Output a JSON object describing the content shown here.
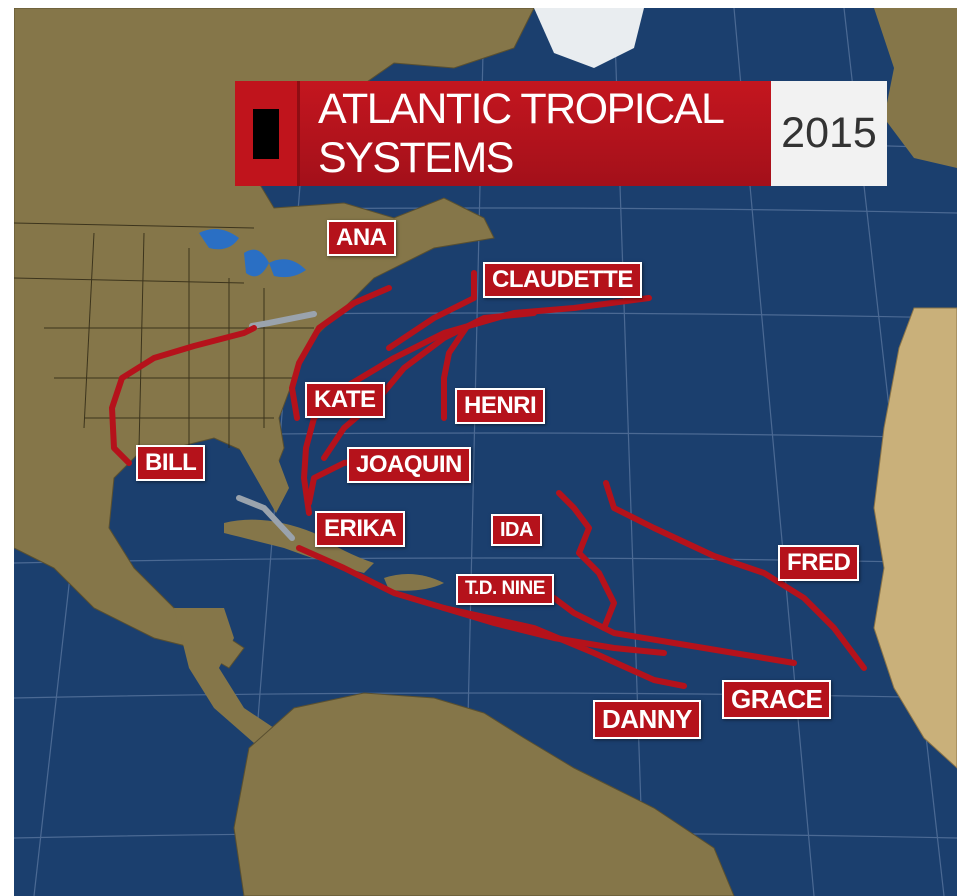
{
  "title": {
    "text": "ATLANTIC TROPICAL SYSTEMS",
    "year": "2015"
  },
  "colors": {
    "ocean": "#1b3f6e",
    "land": "#8a7a4a",
    "track": "#b5121b",
    "track_depression": "#9aa3ad",
    "label_bg": "#b5121b",
    "label_text": "#ffffff"
  },
  "storms": [
    {
      "id": "ana",
      "label": "ANA"
    },
    {
      "id": "bill",
      "label": "BILL"
    },
    {
      "id": "claudette",
      "label": "CLAUDETTE"
    },
    {
      "id": "danny",
      "label": "DANNY"
    },
    {
      "id": "erika",
      "label": "ERIKA"
    },
    {
      "id": "fred",
      "label": "FRED"
    },
    {
      "id": "grace",
      "label": "GRACE"
    },
    {
      "id": "henri",
      "label": "HENRI"
    },
    {
      "id": "ida",
      "label": "IDA"
    },
    {
      "id": "joaquin",
      "label": "JOAQUIN"
    },
    {
      "id": "kate",
      "label": "KATE"
    },
    {
      "id": "td-nine",
      "label": "T.D. NINE"
    }
  ]
}
